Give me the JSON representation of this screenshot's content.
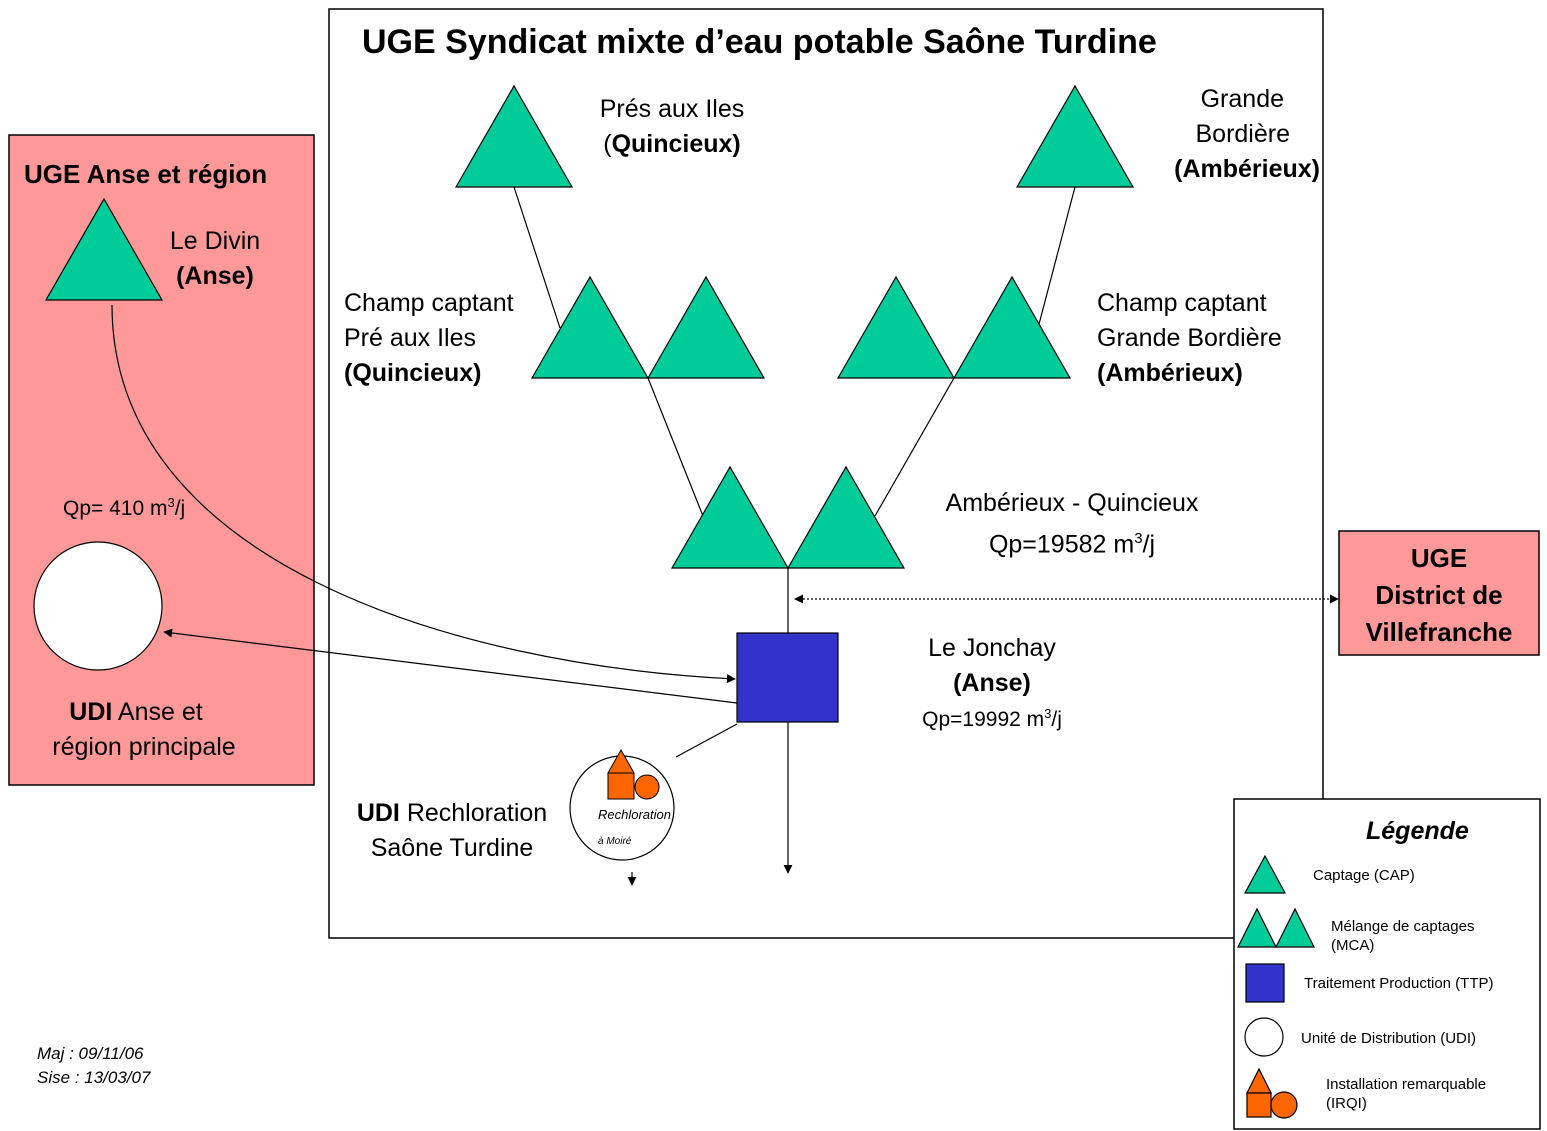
{
  "colors": {
    "captage": "#00CC99",
    "ttp": "#3333CC",
    "irqi": "#FF6600",
    "uge_panel": "#FF9999",
    "udi": "#FFFFFF",
    "stroke": "#000000"
  },
  "main": {
    "title": "UGE Syndicat mixte d’eau potable Saône Turdine"
  },
  "nodes": {
    "pres_aux_iles": {
      "line1": "Prés aux Iles",
      "open_paren": "(",
      "bold": "Quincieux)",
      "icon": "captage-triangle"
    },
    "grande_bordiere": {
      "line1": "Grande",
      "line2": "Bordière",
      "bold": "(Ambérieux)",
      "icon": "captage-triangle"
    },
    "champ_quincieux": {
      "line1": "Champ captant",
      "line2": "Pré aux Iles",
      "bold": "(Quincieux)",
      "icon": "mca-triangles"
    },
    "champ_amberieux": {
      "line1": "Champ captant",
      "line2": "Grande Bordière",
      "bold": "(Ambérieux)",
      "icon": "mca-triangles"
    },
    "amberieux_quincieux": {
      "line1": "Ambérieux - Quincieux",
      "qp_prefix": "Qp=19582 m",
      "qp_sup": "3",
      "qp_suffix": "/j",
      "icon": "mca-triangles"
    },
    "le_jonchay": {
      "line1": "Le Jonchay",
      "bold": "(Anse)",
      "qp_prefix": "Qp=19992 m",
      "qp_sup": "3",
      "qp_suffix": "/j",
      "icon": "ttp-square"
    },
    "udi_rechloration": {
      "bold": "UDI",
      "line1_rest": " Rechloration",
      "line2": "Saône Turdine",
      "icon": "udi-circle"
    },
    "rechloration_moire": {
      "line1": "Rechloration",
      "line2": "à Moiré",
      "icon": "irqi-shapes"
    }
  },
  "anse": {
    "title": "UGE Anse et région",
    "le_divin": {
      "line1": "Le Divin",
      "bold": "(Anse)",
      "icon": "captage-triangle"
    },
    "qp_prefix": "Qp= 410 m",
    "qp_sup": "3",
    "qp_suffix": "/j",
    "udi_bold": "UDI",
    "udi_line1_rest": " Anse et",
    "udi_line2": "région principale",
    "udi_icon": "udi-circle"
  },
  "villefranche": {
    "line1": "UGE",
    "line2": "District de",
    "line3": "Villefranche"
  },
  "meta": {
    "maj": "Maj : 09/11/06",
    "sise": "Sise : 13/03/07"
  },
  "legend": {
    "title": "Légende",
    "items": [
      {
        "icon": "captage-triangle-icon",
        "line1": "Captage (CAP)",
        "line2": ""
      },
      {
        "icon": "mca-triangles-icon",
        "line1": "Mélange de captages",
        "line2": "(MCA)"
      },
      {
        "icon": "ttp-square-icon",
        "line1": "Traitement  Production (TTP)",
        "line2": ""
      },
      {
        "icon": "udi-circle-icon",
        "line1": "Unité de Distribution (UDI)",
        "line2": ""
      },
      {
        "icon": "irqi-shapes-icon",
        "line1": "Installation remarquable",
        "line2": "(IRQI)"
      }
    ]
  }
}
